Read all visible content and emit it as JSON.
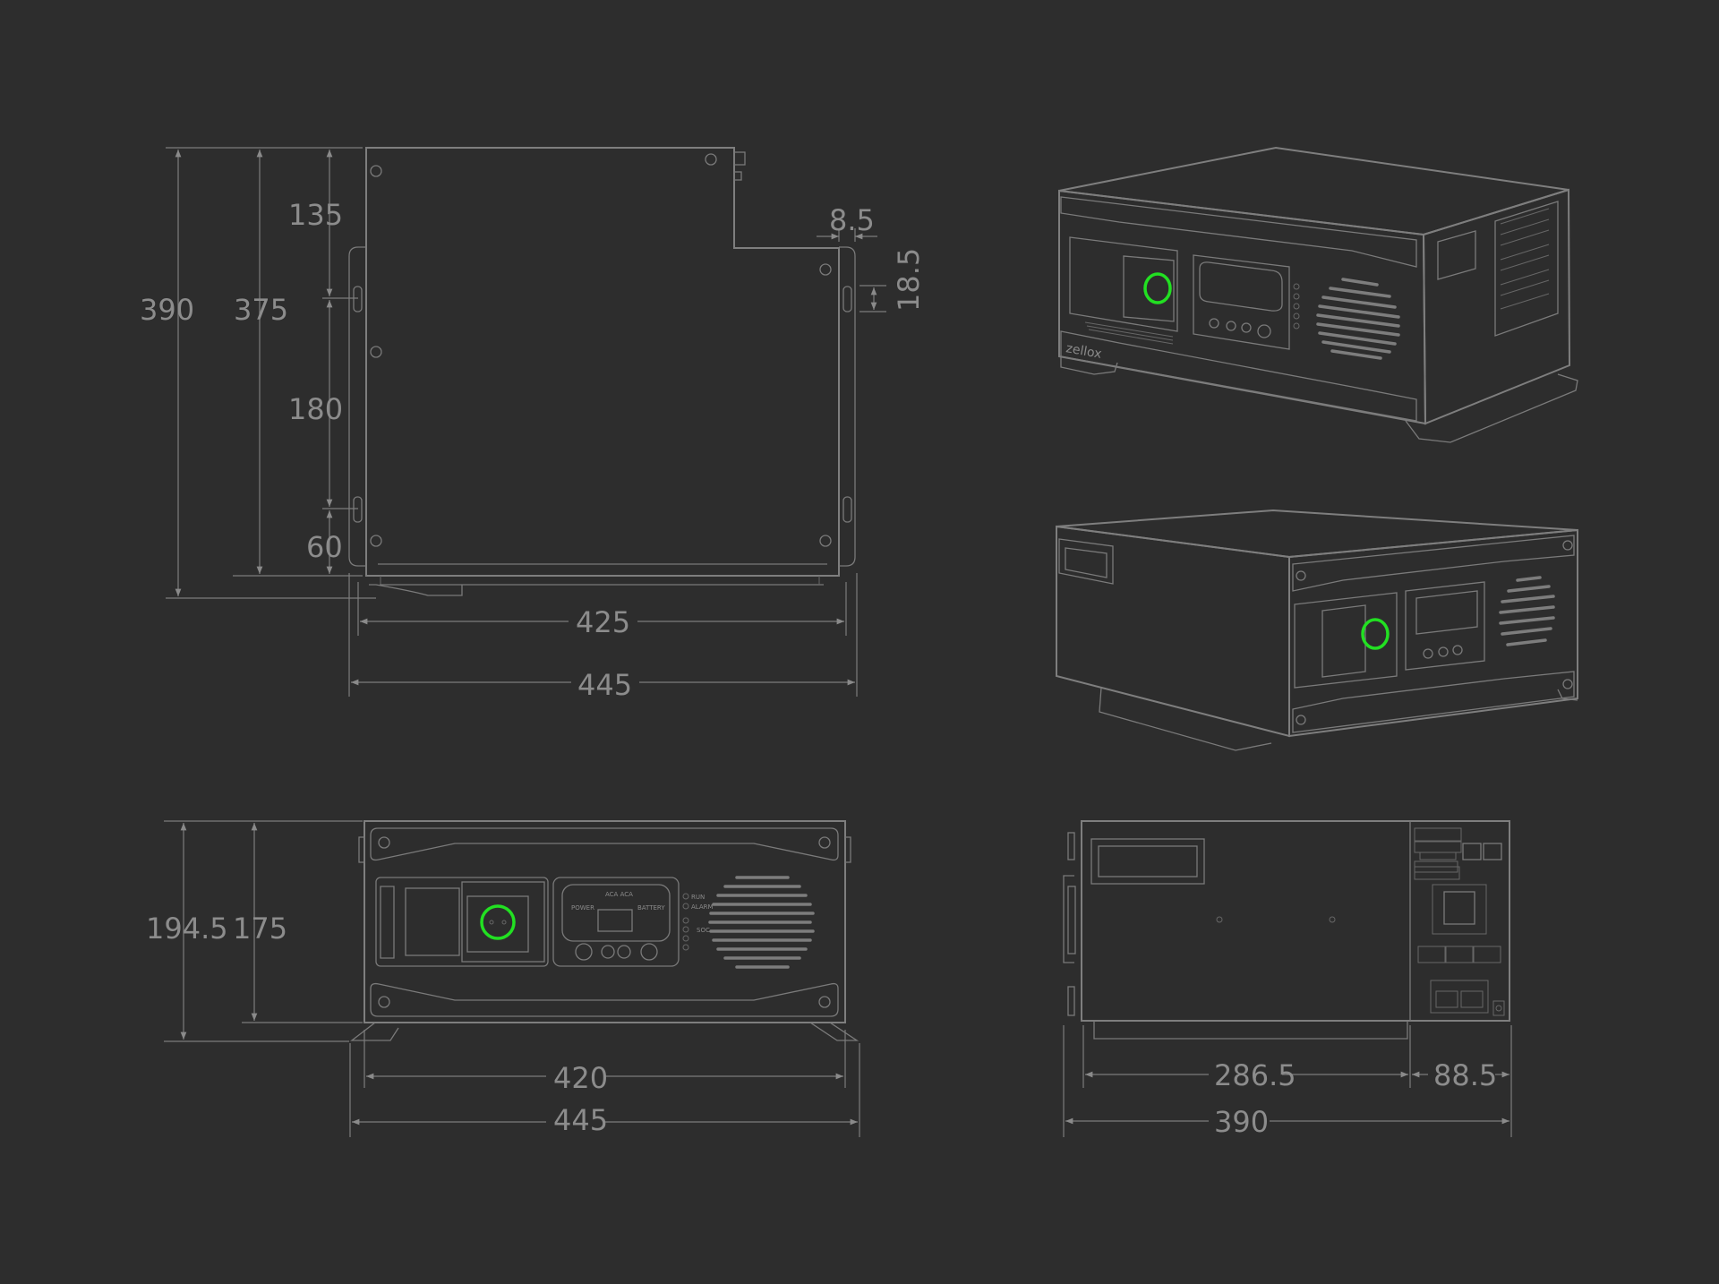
{
  "diagram": {
    "colors": {
      "background": "#2d2d2d",
      "line": "#7e7e7e",
      "dimension_text": "#8c8c8c",
      "highlight": "#22e022"
    },
    "top_view": {
      "dims": {
        "d390": "390",
        "d375": "375",
        "d135": "135",
        "d180": "180",
        "d60": "60",
        "d8_5": "8.5",
        "d18_5": "18.5",
        "d425": "425",
        "d445": "445"
      }
    },
    "front_view": {
      "dims": {
        "d194_5": "194.5",
        "d175": "175",
        "d420": "420",
        "d445": "445"
      },
      "panel_labels": {
        "run": "RUN",
        "alarm": "ALARM",
        "soc": "SOC",
        "power": "POWER",
        "battery": "BATTERY"
      }
    },
    "side_view": {
      "dims": {
        "d286_5": "286.5",
        "d88_5": "88.5",
        "d390": "390"
      }
    },
    "iso_view_front": {
      "brand": "zellox"
    }
  }
}
